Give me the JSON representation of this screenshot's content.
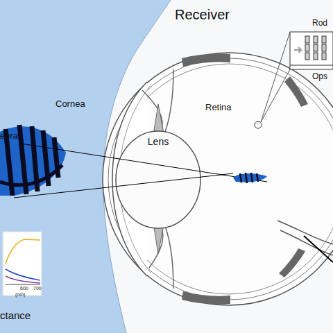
{
  "diagram": {
    "nodes": [
      {
        "text": [
          "Lens"
        ]
      }
    ],
    "labels": [
      "Receiver",
      "Cornea",
      "Retina",
      "Rod",
      "Ops",
      "ebra",
      "600",
      "700",
      "(nm)",
      "ctance"
    ]
  }
}
